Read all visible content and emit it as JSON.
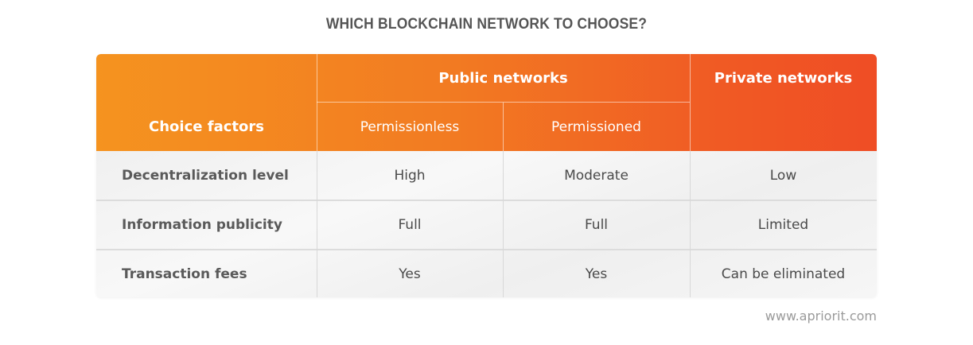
{
  "title": "WHICH BLOCKCHAIN NETWORK TO CHOOSE?",
  "colors": {
    "header_gradient_start": "#f5931f",
    "header_gradient_end": "#ef4d25",
    "body_background": "#f3f3f3",
    "label_text": "#5a5a5a",
    "value_text": "#4a4a4a",
    "footer_text": "#9a9a9a"
  },
  "table": {
    "header": {
      "choice_factors": "Choice factors",
      "public_networks": "Public networks",
      "private_networks": "Private networks",
      "permissionless": "Permissionless",
      "permissioned": "Permissioned"
    },
    "rows": [
      {
        "factor": "Decentralization level",
        "permissionless": "High",
        "permissioned": "Moderate",
        "private": "Low"
      },
      {
        "factor": "Information publicity",
        "permissionless": "Full",
        "permissioned": "Full",
        "private": "Limited"
      },
      {
        "factor": "Transaction fees",
        "permissionless": "Yes",
        "permissioned": "Yes",
        "private": "Can be eliminated"
      }
    ]
  },
  "footer": {
    "source": "www.apriorit.com"
  }
}
